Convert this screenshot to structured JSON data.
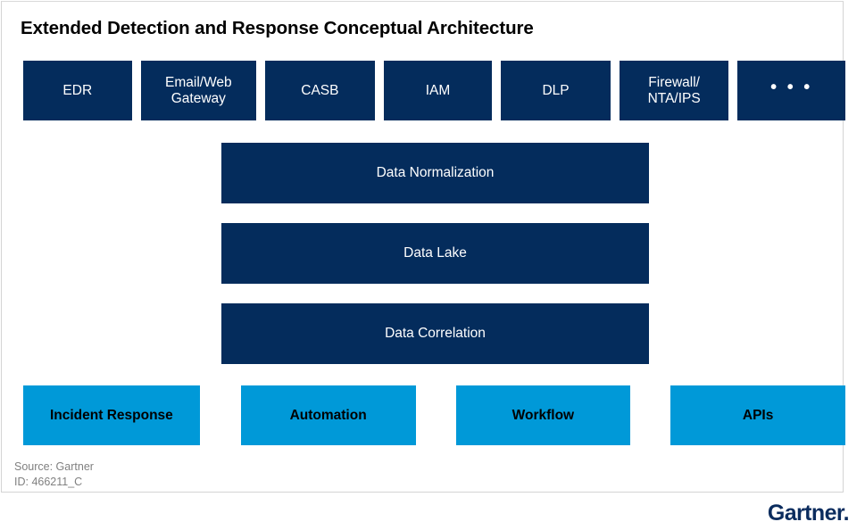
{
  "slide": {
    "title": "Extended Detection and Response Conceptual Architecture",
    "background_color": "#ffffff",
    "navy_color": "#042C5C",
    "cyan_color": "#0099D8"
  },
  "source": {
    "line1": "Source: Gartner",
    "line2": "ID: 466211_C"
  },
  "branding": {
    "logo_text": "Gartner",
    "logo_dot": ".",
    "logo_color": "#0B2C5E"
  },
  "layers": {
    "sources": {
      "boxes": [
        {
          "label": "EDR",
          "width": 123
        },
        {
          "label": "Email/Web\nGateway",
          "width": 131
        },
        {
          "label": "CASB",
          "width": 124
        },
        {
          "label": "IAM",
          "width": 123
        },
        {
          "label": "DLP",
          "width": 124
        },
        {
          "label": "Firewall/\nNTA/IPS",
          "width": 124
        },
        {
          "label": "• • •",
          "width": 122
        }
      ]
    },
    "pipeline": {
      "boxes": [
        {
          "label": "Data Normalization"
        },
        {
          "label": "Data Lake"
        },
        {
          "label": "Data Correlation"
        }
      ]
    },
    "actions": {
      "boxes": [
        {
          "label": "Incident Response",
          "width": 198
        },
        {
          "label": "Automation",
          "width": 196
        },
        {
          "label": "Workflow",
          "width": 196
        },
        {
          "label": "APIs",
          "width": 196
        }
      ]
    }
  }
}
